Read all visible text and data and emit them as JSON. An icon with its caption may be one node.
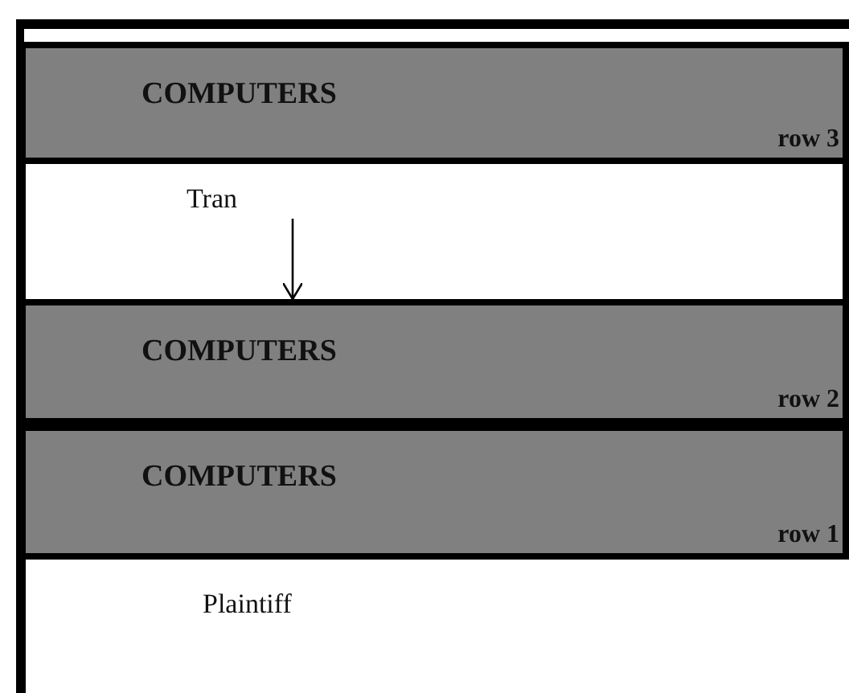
{
  "diagram": {
    "nodes": [
      {
        "text": [
          "COMPUTERS",
          "row 3"
        ]
      },
      {
        "text": [
          "Tran"
        ]
      },
      {
        "text": [
          "COMPUTERS",
          "row 2"
        ]
      },
      {
        "text": [
          "COMPUTERS",
          "row 1"
        ]
      }
    ],
    "edges": [
      {
        "from": 1,
        "to": 2,
        "arrow": "to"
      }
    ],
    "labels": [
      "Plaintiff"
    ]
  }
}
